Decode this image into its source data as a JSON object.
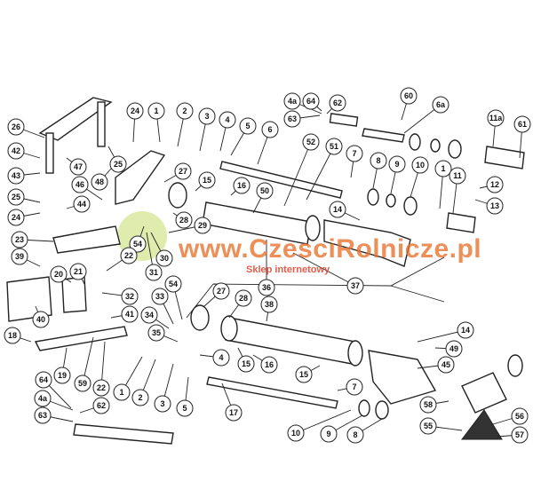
{
  "diagram": {
    "callouts": [
      "26",
      "42",
      "43",
      "47",
      "48",
      "25",
      "24",
      "1",
      "2",
      "3",
      "4",
      "5",
      "6",
      "46",
      "27",
      "25",
      "44",
      "24",
      "23",
      "15",
      "16",
      "50",
      "52",
      "51",
      "7",
      "8",
      "9",
      "10",
      "1",
      "11",
      "12",
      "13",
      "14",
      "4a",
      "64",
      "62",
      "63",
      "60",
      "6a",
      "11a",
      "61",
      "28",
      "29",
      "54",
      "30",
      "31",
      "37",
      "36",
      "39",
      "20",
      "21",
      "22",
      "32",
      "40",
      "18",
      "41",
      "33",
      "54",
      "34",
      "35",
      "27",
      "28",
      "38",
      "14",
      "49",
      "45",
      "19",
      "59",
      "22",
      "1",
      "2",
      "3",
      "5",
      "4",
      "15",
      "16",
      "15",
      "17",
      "7",
      "58",
      "56",
      "55",
      "57",
      "64",
      "4a",
      "62",
      "63",
      "10",
      "9",
      "8"
    ]
  },
  "watermark": {
    "site": "www.CzesciRolnicze.pl",
    "tagline": "Sklep internetowy",
    "color": "#e8702a"
  }
}
